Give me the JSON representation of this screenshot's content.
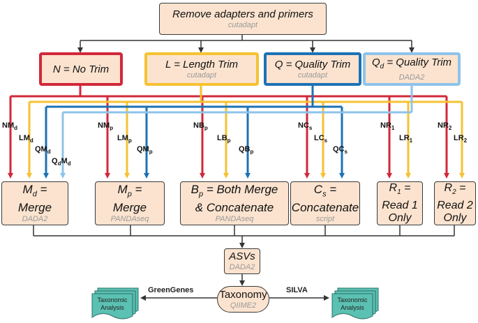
{
  "top": {
    "main": "Remove adapters and primers",
    "tool": "cutadapt"
  },
  "trims": [
    {
      "id": "n",
      "main": "N = No Trim",
      "tool": ""
    },
    {
      "id": "l",
      "main": "L = Length Trim",
      "tool": "cutadapt"
    },
    {
      "id": "q",
      "main": "Q = Quality Trim",
      "tool": "cutadapt"
    },
    {
      "id": "qd",
      "main_prefix": "Q",
      "main_sub": "d",
      "main_suffix": " = Quality Trim",
      "tool": "DADA2"
    }
  ],
  "methods": [
    {
      "id": "md",
      "line1_prefix": "M",
      "line1_sub": "d",
      "line1_suffix": " =",
      "line2": "Merge",
      "tool": "DADA2"
    },
    {
      "id": "mp",
      "line1_prefix": "M",
      "line1_sub": "p",
      "line1_suffix": " =",
      "line2": "Merge",
      "tool": "PANDAseq"
    },
    {
      "id": "bp",
      "line1_prefix": "B",
      "line1_sub": "p",
      "line1_suffix": " = Both Merge",
      "line2": "& Concatenate",
      "tool": "PANDAseq"
    },
    {
      "id": "cs",
      "line1_prefix": "C",
      "line1_sub": "s",
      "line1_suffix": " =",
      "line2": "Concatenate",
      "tool": "script"
    },
    {
      "id": "r1",
      "line1_prefix": "R",
      "line1_sub": "1",
      "line1_suffix": " =",
      "line2": "Read 1",
      "line3": "Only",
      "tool": ""
    },
    {
      "id": "r2",
      "line1_prefix": "R",
      "line1_sub": "2",
      "line1_suffix": " =",
      "line2": "Read 2",
      "line3": "Only",
      "tool": ""
    }
  ],
  "edge_labels": [
    {
      "base": "NM",
      "sub": "d"
    },
    {
      "base": "LM",
      "sub": "d"
    },
    {
      "base": "QM",
      "sub": "d"
    },
    {
      "pre": "Q",
      "presub": "d",
      "base": "M",
      "sub": "d"
    },
    {
      "base": "NM",
      "sub": "p"
    },
    {
      "base": "LM",
      "sub": "p"
    },
    {
      "base": "QM",
      "sub": "p"
    },
    {
      "base": "NB",
      "sub": "p"
    },
    {
      "base": "LB",
      "sub": "p"
    },
    {
      "base": "QB",
      "sub": "p"
    },
    {
      "base": "NC",
      "sub": "s"
    },
    {
      "base": "LC",
      "sub": "s"
    },
    {
      "base": "QC",
      "sub": "s"
    },
    {
      "base": "NR",
      "sub": "1"
    },
    {
      "base": "LR",
      "sub": "1"
    },
    {
      "base": "NR",
      "sub": "2"
    },
    {
      "base": "LR",
      "sub": "2"
    }
  ],
  "asvs": {
    "main": "ASVs",
    "tool": "DADA2"
  },
  "taxonomy": {
    "main": "Taxonomy",
    "tool": "QIIME2"
  },
  "db_left": "GreenGenes",
  "db_right": "SILVA",
  "doc_left": {
    "line1": "Taxonomic",
    "line2": "Analysis"
  },
  "doc_right": {
    "line1": "Taxonomic",
    "line2": "Analysis"
  },
  "colors": {
    "n": "#d1283a",
    "l": "#f5c232",
    "q": "#1c72b5",
    "qd": "#8ec3ea",
    "box_fill": "#fbe3cf",
    "doc_fill": "#5bc1b2"
  }
}
